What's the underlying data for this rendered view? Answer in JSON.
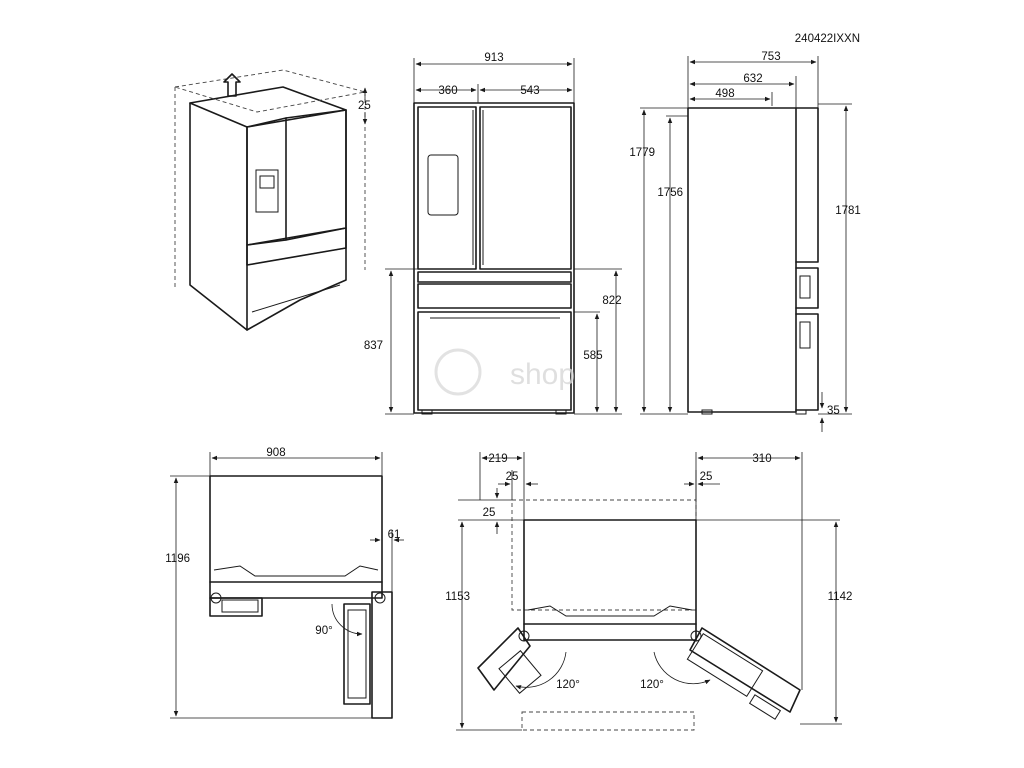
{
  "model_code": "240422IXXN",
  "watermark_text": "shop",
  "views": {
    "iso": {
      "clearance_top": "25"
    },
    "front": {
      "width_total": "913",
      "width_left_door": "360",
      "width_right_door": "543",
      "height_upper_left": "837",
      "height_drawers": "822",
      "height_bottom_drawer": "585"
    },
    "side": {
      "depth_total": "753",
      "depth_mid": "632",
      "depth_body": "498",
      "height_1779": "1779",
      "height_1756": "1756",
      "height_1781": "1781",
      "foot_clearance": "35"
    },
    "top_90": {
      "width": "908",
      "depth_open": "1196",
      "offset": "61",
      "angle": "90°"
    },
    "top_120": {
      "left_offset": "219",
      "right_offset": "310",
      "clearance_left": "25",
      "clearance_right": "25",
      "clearance_back": "25",
      "depth_left": "1153",
      "depth_right": "1142",
      "angle_left": "120°",
      "angle_right": "120°"
    }
  }
}
